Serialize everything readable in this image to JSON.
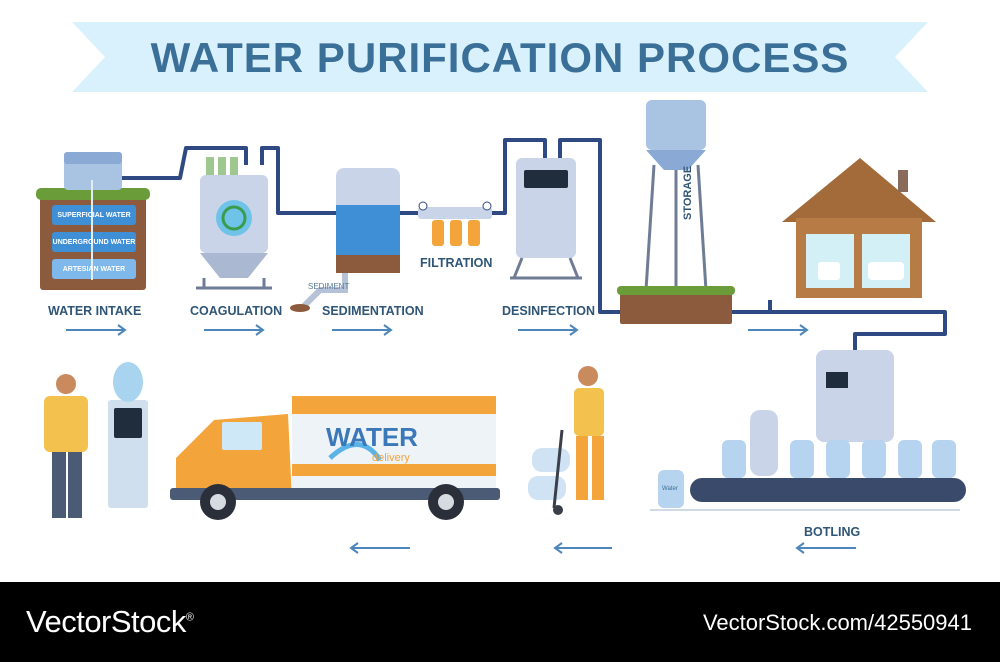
{
  "title": "WATER PURIFICATION PROCESS",
  "steps": {
    "intake": "WATER INTAKE",
    "coagulation": "COAGULATION",
    "sedimentation": "SEDIMENTATION",
    "filtration": "FILTRATION",
    "desinfection": "DESINFECTION",
    "storage": "STORAGE",
    "botling": "BOTLING"
  },
  "soil_layers": {
    "superficial": "SUPERFICIAL WATER",
    "underground": "UNDERGROUND WATER",
    "artesian": "ARTESIAN WATER"
  },
  "sediment_label": "SEDIMENT",
  "truck": {
    "big": "WATER",
    "small": "delivery"
  },
  "bottle_label": "Water",
  "footer": {
    "brand": "VectorStock",
    "brand_mark": "®",
    "image_id": "VectorStock.com/42550941"
  },
  "colors": {
    "title": "#3a6f98",
    "banner": "#d8f0fb",
    "pipe": "#2f4f86",
    "label": "#2f5577"
  }
}
